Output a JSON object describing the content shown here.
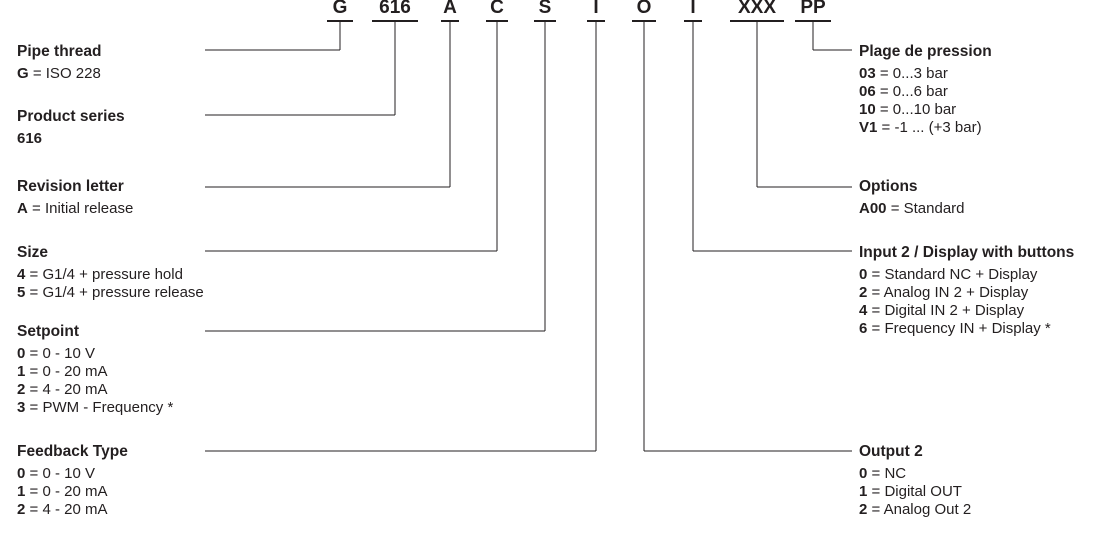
{
  "codes": [
    "G",
    "616",
    "A",
    "C",
    "S",
    "I",
    "O",
    "I",
    "XXX",
    "PP"
  ],
  "left": [
    {
      "title": "Pipe thread",
      "rows": [
        {
          "k": "G",
          "v": " = ISO 228"
        }
      ]
    },
    {
      "title": "Product series",
      "rows": [
        {
          "k": "616",
          "v": ""
        }
      ]
    },
    {
      "title": "Revision letter",
      "rows": [
        {
          "k": "A",
          "v": " = Initial release"
        }
      ]
    },
    {
      "title": "Size",
      "rows": [
        {
          "k": "4",
          "v": " = G1/4 + pressure hold"
        },
        {
          "k": "5",
          "v": " = G1/4 + pressure release"
        }
      ]
    },
    {
      "title": "Setpoint",
      "rows": [
        {
          "k": "0",
          "v": " = 0 - 10 V"
        },
        {
          "k": "1",
          "v": " = 0 - 20 mA"
        },
        {
          "k": "2",
          "v": " = 4 - 20 mA"
        },
        {
          "k": "3",
          "v": " = PWM - Frequency *"
        }
      ]
    },
    {
      "title": "Feedback Type",
      "rows": [
        {
          "k": "0",
          "v": " = 0 - 10 V"
        },
        {
          "k": "1",
          "v": " = 0 - 20 mA"
        },
        {
          "k": "2",
          "v": " = 4 - 20 mA"
        }
      ]
    }
  ],
  "right": [
    {
      "title": "Plage de pression",
      "rows": [
        {
          "k": "03",
          "v": " = 0...3 bar"
        },
        {
          "k": "06",
          "v": " = 0...6 bar"
        },
        {
          "k": "10",
          "v": " = 0...10 bar"
        },
        {
          "k": "V1",
          "v": " = -1 ... (+3 bar)"
        }
      ]
    },
    {
      "title": "Options",
      "rows": [
        {
          "k": "A00",
          "v": " = Standard"
        }
      ]
    },
    {
      "title": "Input 2 / Display with buttons",
      "rows": [
        {
          "k": "0",
          "v": " = Standard NC + Display"
        },
        {
          "k": "2",
          "v": " = Analog IN 2 + Display"
        },
        {
          "k": "4",
          "v": " = Digital IN 2 + Display"
        },
        {
          "k": "6",
          "v": " = Frequency IN + Display *"
        }
      ]
    },
    {
      "title": "Output 2",
      "rows": [
        {
          "k": "0",
          "v": " = NC"
        },
        {
          "k": "1",
          "v": " = Digital OUT"
        },
        {
          "k": "2",
          "v": " = Analog Out 2"
        }
      ]
    }
  ]
}
